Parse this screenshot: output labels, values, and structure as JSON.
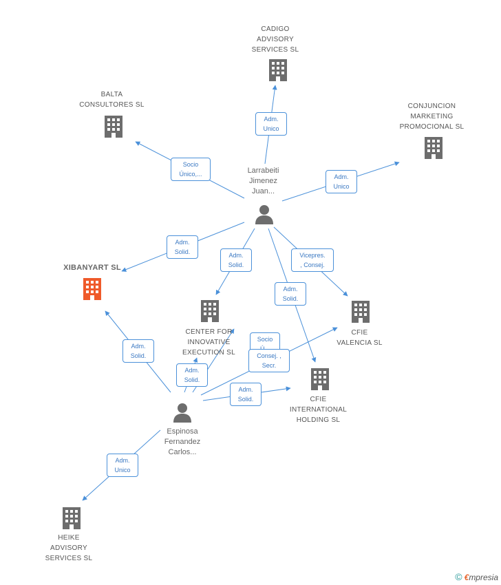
{
  "colors": {
    "edge": "#4a90d9",
    "building": "#6d6d6d",
    "building_highlight": "#ef5a2a",
    "person": "#6d6d6d"
  },
  "companies": {
    "cadigo": "CADIGO\nADVISORY\nSERVICES SL",
    "balta": "BALTA\nCONSULTORES SL",
    "conjuncion": "CONJUNCION\nMARKETING\nPROMOCIONAL SL",
    "xibanyart": "XIBANYART SL",
    "center": "CENTER FOR\nINNOVATIVE\nEXECUTION SL",
    "cfie_valencia": "CFIE\nVALENCIA SL",
    "cfie_international": "CFIE\nINTERNATIONAL\nHOLDING SL",
    "heike": "HEIKE\nADVISORY\nSERVICES SL"
  },
  "persons": {
    "larrabeiti": "Larrabeiti\nJimenez\nJuan...",
    "espinosa": "Espinosa\nFernandez\nCarlos..."
  },
  "edge_labels": {
    "l_cadigo": "Adm.\nUnico",
    "l_balta": "Socio\nÚnico,...",
    "l_conjuncion": "Adm.\nUnico",
    "l_xibanyart": "Adm.\nSolid.",
    "l_center": "Adm.\nSolid.",
    "l_valencia": "Vicepres.\n, Consej.",
    "l_international": "Adm.\nSolid.",
    "e_xibanyart": "Adm.\nSolid.",
    "e_center_socio": "Socio\nÚ...",
    "e_center_adm": "Adm.\nSolid.",
    "e_valencia": "Consej. ,\nSecr.",
    "e_international": "Adm.\nSolid.",
    "e_heike": "Adm.\nUnico"
  },
  "watermark": {
    "copyright": "©",
    "brand_initial": "€",
    "brand_rest": "mpresia"
  }
}
